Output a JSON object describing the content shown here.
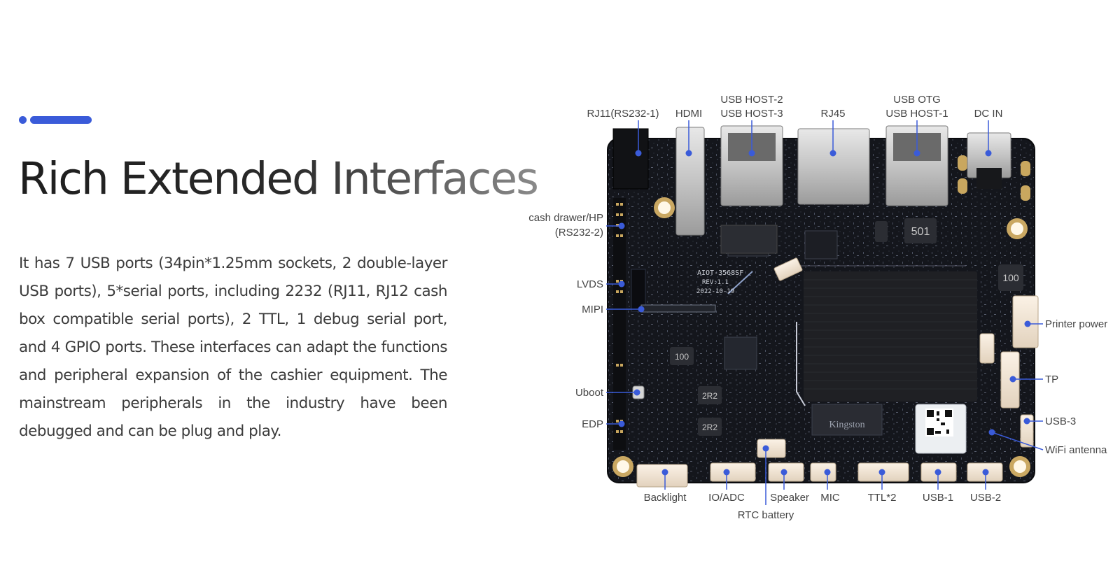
{
  "heading": {
    "title": "Rich Extended Interfaces",
    "description": "It has 7 USB ports (34pin*1.25mm sockets, 2 double-layer USB ports), 5*serial ports, including 2232 (RJ11, RJ12 cash box compatible serial ports), 2 TTL, 1 debug serial port, and 4 GPIO ports. These interfaces can adapt the functions and peripheral expansion of the cashier equipment. The mainstream peripherals in the industry have been debugged and can be plug and play."
  },
  "board": {
    "silkscreen": {
      "model": "AIOT-3568SF",
      "rev": "REV:1.1",
      "date": "2022-10-19",
      "chip_label": "501",
      "inductor_label": "100",
      "memory_brand": "Kingston"
    },
    "callouts": {
      "rj11": "RJ11(RS232-1)",
      "hdmi": "HDMI",
      "usb_host_2": "USB HOST-2",
      "usb_host_3": "USB HOST-3",
      "rj45": "RJ45",
      "usb_otg": "USB OTG",
      "usb_host_1": "USB HOST-1",
      "dc_in": "DC IN",
      "cash_drawer_1": "cash drawer/HP",
      "cash_drawer_2": "(RS232-2)",
      "lvds": "LVDS",
      "mipi": "MIPI",
      "uboot": "Uboot",
      "edp": "EDP",
      "printer_power": "Printer power",
      "tp": "TP",
      "usb_3": "USB-3",
      "wifi_antenna": "WiFi antenna",
      "backlight": "Backlight",
      "io_adc": "IO/ADC",
      "speaker": "Speaker",
      "mic": "MIC",
      "ttl2": "TTL*2",
      "usb_1": "USB-1",
      "usb_2": "USB-2",
      "rtc_battery": "RTC battery"
    }
  },
  "colors": {
    "accent": "#3a5bd9",
    "pcb": "#14161c",
    "text": "#3c3c3c"
  }
}
